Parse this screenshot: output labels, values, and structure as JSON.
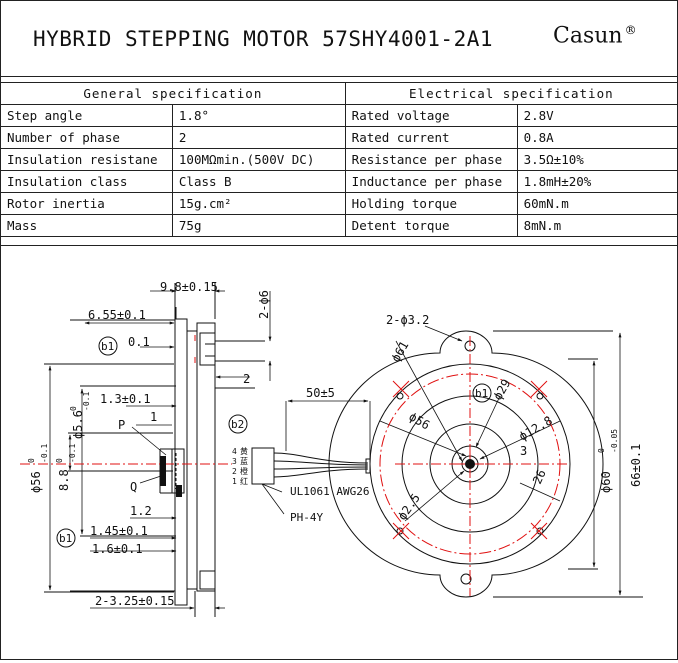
{
  "header": {
    "title": "HYBRID STEPPING MOTOR  57SHY4001-2A1",
    "brand": "Casun",
    "brand_mark": "®"
  },
  "spec": {
    "general_heading": "General  specification",
    "electrical_heading": "Electrical  specification",
    "rows": [
      {
        "g_label": "Step angle",
        "g_value": "1.8°",
        "e_label": "Rated voltage",
        "e_value": "2.8V"
      },
      {
        "g_label": "Number of phase",
        "g_value": "2",
        "e_label": "Rated current",
        "e_value": "0.8A"
      },
      {
        "g_label": "Insulation resistane",
        "g_value": "100MΩmin.(500V DC)",
        "e_label": "Resistance per phase",
        "e_value": "3.5Ω±10%"
      },
      {
        "g_label": "Insulation class",
        "g_value": "Class B",
        "e_label": "Inductance per phase",
        "e_value": "1.8mH±20%"
      },
      {
        "g_label": "Rotor inertia",
        "g_value": "15g.cm²",
        "e_label": "Holding torque",
        "e_value": "60mN.m"
      },
      {
        "g_label": "Mass",
        "g_value": "75g",
        "e_label": "Detent torque",
        "e_value": "8mN.m"
      }
    ]
  },
  "drawing": {
    "dim_9_8": "9.8±0.15",
    "dim_2_phi6": "2-ϕ6",
    "dim_6_55": "6.55±0.1",
    "b1_a": "b1",
    "dim_0_1": "0.1",
    "dim_2": "2",
    "dim_phi5_6": "ϕ5.6",
    "dim_phi5_6_tol_top": "0",
    "dim_phi5_6_tol_bot": "-0.1",
    "dim_1_3": "1.3±0.1",
    "label_P": "P",
    "dim_1": "1",
    "dim_phi56": "ϕ56",
    "dim_phi56_tol_top": "0",
    "dim_phi56_tol_bot": "-0.1",
    "dim_8_8": "8.8",
    "dim_8_8_tol_top": "0",
    "dim_8_8_tol_bot": "-0.1",
    "label_Q": "Q",
    "dim_1_2": "1.2",
    "b1_b": "b1",
    "dim_1_45": "1.45±0.1",
    "dim_1_6": "1.6±0.1",
    "dim_2_3_25": "2-3.25±0.15",
    "b2": "b2",
    "dim_50": "50±5",
    "wire_nums": [
      "4",
      "3",
      "2",
      "1"
    ],
    "wire_colors": [
      "黄",
      "蓝",
      "橙",
      "红"
    ],
    "cable_label": "UL1061 AWG26",
    "connector_label": "PH-4Y",
    "dim_2_phi3_2": "2-ϕ3.2",
    "dim_phi61": "ϕ61",
    "b1_c": "b1",
    "dim_phi29": "ϕ29",
    "dim_phi56_front": "ϕ56",
    "dim_phi12_8": "ϕ12.8",
    "dim_3": "3",
    "dim_26": "26",
    "dim_phi2_5": "ϕ2.5",
    "dim_phi60": "ϕ60",
    "dim_phi60_tol_top": "0",
    "dim_phi60_tol_bot": "-0.05",
    "dim_66": "66±0.1",
    "colors": {
      "centerline": "#e01010",
      "line": "#111111"
    }
  }
}
